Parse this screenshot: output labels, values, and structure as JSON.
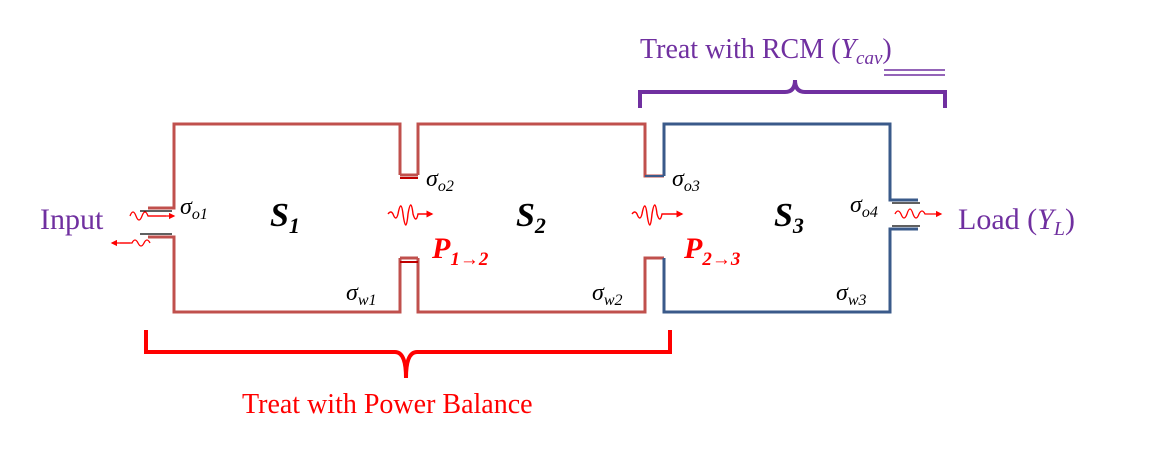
{
  "colors": {
    "red_cavity": "#c0504d",
    "blue_cavity": "#3a5a8a",
    "purple": "#7030a0",
    "red": "#ff0000",
    "black": "#000000"
  },
  "labels": {
    "top_bracket": "Treat with RCM (",
    "top_bracket_var": "Y",
    "top_bracket_sub": "cav",
    "top_bracket_close": ")",
    "bottom_bracket": "Treat with Power Balance",
    "input": "Input",
    "load": "Load (",
    "load_var": "Y",
    "load_sub": "L",
    "load_close": ")"
  },
  "cavities": [
    {
      "name": "S",
      "sub": "1",
      "sigma_o": "o1",
      "sigma_w": "w1"
    },
    {
      "name": "S",
      "sub": "2",
      "sigma_o": "o2",
      "sigma_w": "w2"
    },
    {
      "name": "S",
      "sub": "3",
      "sigma_o": "o3",
      "sigma_w": "w3"
    }
  ],
  "aperture_extra": {
    "sigma_o": "o4"
  },
  "power_flows": [
    {
      "name": "P",
      "sub": "1→2"
    },
    {
      "name": "P",
      "sub": "2→3"
    }
  ],
  "icons": [
    "wave-packet-icon",
    "arrow-icon",
    "brace-icon"
  ]
}
